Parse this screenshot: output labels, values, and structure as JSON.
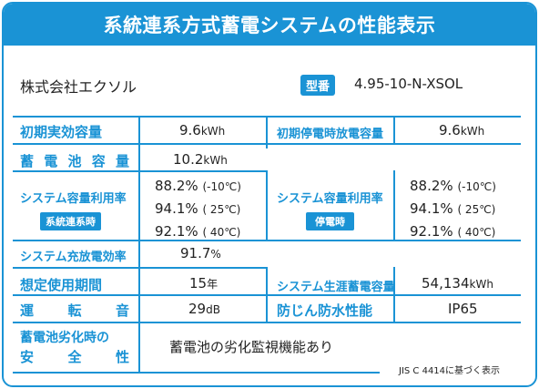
{
  "title": "系統連系方式蓄電システムの性能表示",
  "maker": "株式会社エクソル",
  "model": {
    "badge": "型番",
    "value": "4.95-10-N-XSOL"
  },
  "rows": {
    "initial_capacity": {
      "label": "初期実効容量",
      "value": "9.6",
      "unit": "kWh"
    },
    "initial_outage_capacity": {
      "label": "初期停電時放電容量",
      "value": "9.6",
      "unit": "kWh"
    },
    "battery_capacity": {
      "label": "蓄電池容量",
      "value": "10.2",
      "unit": "kWh"
    },
    "usage_rate_grid": {
      "label": "システム容量利用率",
      "badge": "系統連系時",
      "lines": [
        {
          "value": "88.2%",
          "cond": "(-10℃)"
        },
        {
          "value": "94.1%",
          "cond": "( 25℃)"
        },
        {
          "value": "92.1%",
          "cond": "( 40℃)"
        }
      ]
    },
    "usage_rate_outage": {
      "label": "システム容量利用率",
      "badge": "停電時",
      "lines": [
        {
          "value": "88.2%",
          "cond": "(-10℃)"
        },
        {
          "value": "94.1%",
          "cond": "( 25℃)"
        },
        {
          "value": "92.1%",
          "cond": "( 40℃)"
        }
      ]
    },
    "charge_efficiency": {
      "label": "システム充放電効率",
      "value": "91.7",
      "unit": "%"
    },
    "expected_period": {
      "label": "想定使用期間",
      "value": "15",
      "unit": "年"
    },
    "lifetime_capacity": {
      "label": "システム生涯蓄電容量",
      "value": "54,134",
      "unit": "kWh"
    },
    "noise": {
      "label_chars": [
        "運",
        "転",
        "音"
      ],
      "value": "29",
      "unit": "dB"
    },
    "protection": {
      "label": "防じん防水性能",
      "value": "IP65"
    },
    "safety": {
      "label_line1": "蓄電池劣化時の",
      "label_line2_chars": [
        "安",
        "全",
        "性"
      ],
      "value": "蓄電池の劣化監視機能あり"
    }
  },
  "footnote": "JIS C 4414に基づく表示",
  "colors": {
    "accent": "#1a93d5",
    "text": "#222222",
    "background": "#ffffff"
  }
}
